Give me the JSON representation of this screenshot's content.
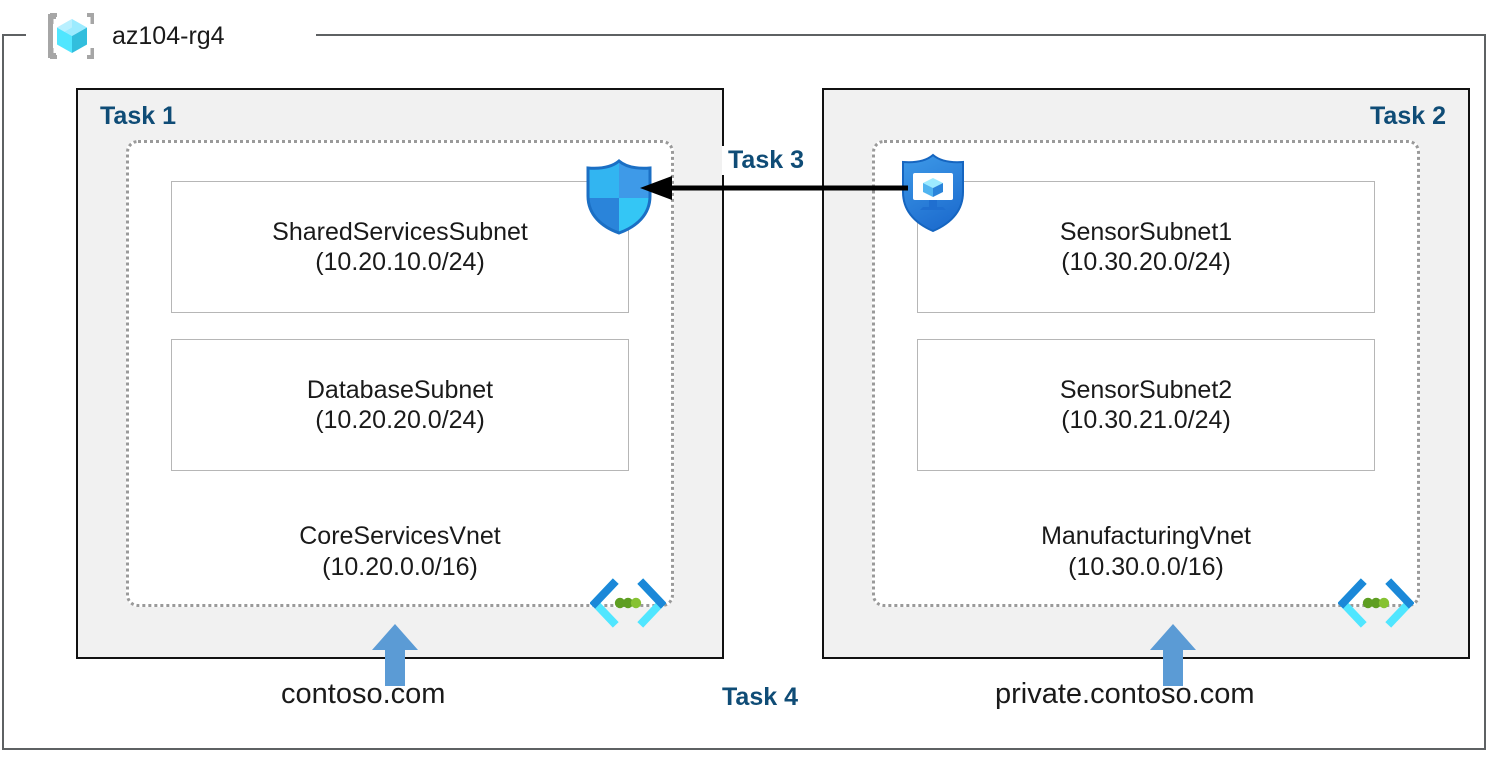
{
  "resource_group": {
    "name": "az104-rg4",
    "icon": "azure-resource-group-cube-icon"
  },
  "panels": [
    {
      "task_label": "Task 1",
      "task_label_align": "left",
      "vnet": {
        "name": "CoreServicesVnet",
        "cidr": "(10.20.0.0/16)"
      },
      "subnets": [
        {
          "name": "SharedServicesSubnet",
          "cidr": "(10.20.10.0/24)"
        },
        {
          "name": "DatabaseSubnet",
          "cidr": "(10.20.20.0/24)"
        }
      ],
      "private_link_icon": "private-link-endpoint-icon",
      "dns_zone": "contoso.com"
    },
    {
      "task_label": "Task 2",
      "task_label_align": "right",
      "vnet": {
        "name": "ManufacturingVnet",
        "cidr": "(10.30.0.0/16)"
      },
      "subnets": [
        {
          "name": "SensorSubnet1",
          "cidr": "(10.30.20.0/24)"
        },
        {
          "name": "SensorSubnet2",
          "cidr": "(10.30.21.0/24)"
        }
      ],
      "private_link_icon": "private-link-endpoint-icon",
      "dns_zone": "private.contoso.com"
    }
  ],
  "connections": {
    "task3": {
      "label": "Task 3",
      "direction": "right-to-left",
      "source_icon": "shield-virtual-machine-icon",
      "target_icon": "network-security-group-shield-icon"
    },
    "task4": {
      "label": "Task 4"
    }
  },
  "icons": {
    "nsg_shield": "network-security-group-shield-icon",
    "vm_shield": "shield-virtual-machine-icon",
    "private_link": "private-link-endpoint-icon",
    "dns_arrow": "up-arrow-icon"
  },
  "colors": {
    "task_label": "#0f4c76",
    "panel_fill": "#f1f1f1",
    "panel_border": "#111111",
    "vnet_border": "#9a9a9a",
    "subnet_border": "#b6b6b6",
    "frame_border": "#5e6163",
    "arrow": "#000000",
    "dns_arrow_blue": "#5b9bd5",
    "azure_cyan": "#50e6ff",
    "azure_blue": "#0078d4",
    "private_link_green": "#5e9e22"
  }
}
